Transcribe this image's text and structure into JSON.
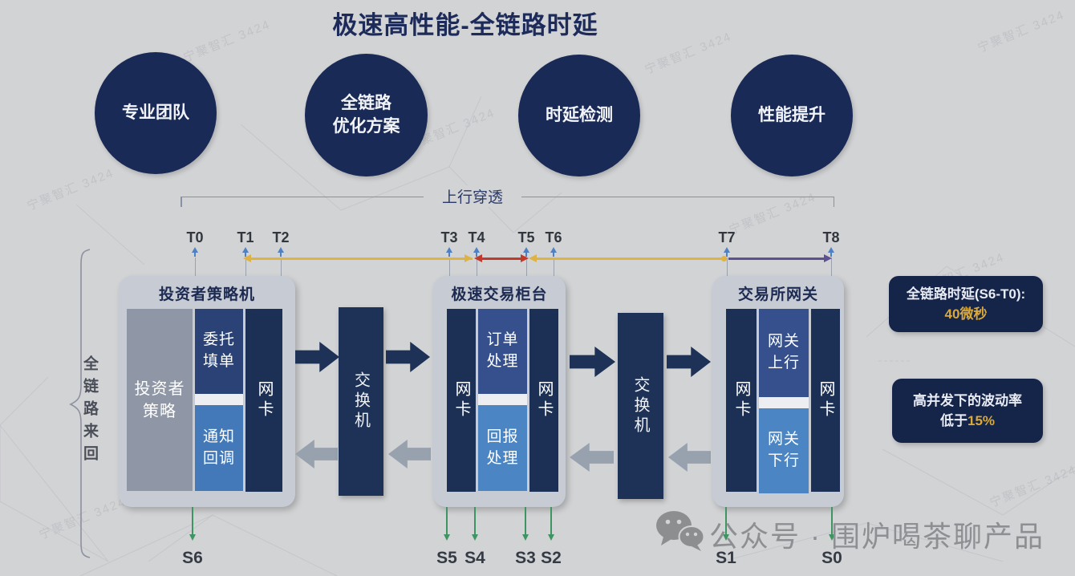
{
  "title": "极速高性能-全链路时延",
  "features": [
    "专业团队",
    "全链路\n优化方案",
    "时延检测",
    "性能提升"
  ],
  "uplink_label": "上行穿透",
  "t_labels": [
    "T0",
    "T1",
    "T2",
    "T3",
    "T4",
    "T5",
    "T6",
    "T7",
    "T8"
  ],
  "s_labels": [
    "S6",
    "S5",
    "S4",
    "S3",
    "S2",
    "S1",
    "S0"
  ],
  "machines": [
    {
      "title": "投资者策略机",
      "strategy_col": "投资者\n策略",
      "top_block": "委托\n填单",
      "bottom_block": "通知\n回调",
      "nic_right": "网卡"
    },
    {
      "title": "极速交易柜台",
      "nic_left": "网卡",
      "top_block": "订单\n处理",
      "bottom_block": "回报\n处理",
      "nic_right": "网卡"
    },
    {
      "title": "交易所网关",
      "nic_left": "网卡",
      "top_block": "网关\n上行",
      "bottom_block": "网关\n下行",
      "nic_right": "网卡"
    }
  ],
  "switches": [
    "交换机",
    "交换机"
  ],
  "left_label": "全链路来回",
  "callouts": {
    "latency": {
      "line1": "全链路时延(S6-T0):",
      "value": "40微秒"
    },
    "volatility": {
      "line1": "高并发下的波动率",
      "prefix": "低于",
      "value": "15%"
    }
  },
  "footer": {
    "account": "公众号 · 围炉喝茶聊产品"
  },
  "background_watermark": "宁聚智汇 3424",
  "colors": {
    "navy": "#1a2a56",
    "gold": "#d9a93c",
    "yellow_line": "#deb244",
    "red_line": "#c23a2c",
    "purple_line": "#5e5193",
    "green_marker": "#3f9463",
    "background": "#d2d3d5"
  }
}
